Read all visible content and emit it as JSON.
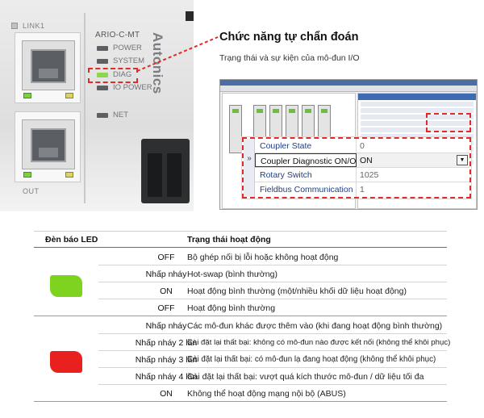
{
  "device": {
    "port_label": "LINK1",
    "port2_label": "OUT",
    "model": "ARIO-C-MT",
    "brand": "Autonics",
    "leds": [
      {
        "label": "POWER",
        "color": "#5c6064"
      },
      {
        "label": "SYSTEM",
        "color": "#5c6064"
      },
      {
        "label": "DIAG",
        "color": "#8ed64a"
      },
      {
        "label": "IO POWER",
        "color": "#5c6064"
      },
      {
        "label": "NET",
        "color": "#5c6064"
      }
    ]
  },
  "feature": {
    "title": "Chức năng tự chẩn đoán",
    "subtitle": "Trạng thái và sự kiện của mô-đun I/O"
  },
  "properties": [
    {
      "key": "Coupler State",
      "value": "0"
    },
    {
      "key": "Coupler Diagnostic ON/OFF",
      "value": "ON"
    },
    {
      "key": "Rotary Switch",
      "value": "1025"
    },
    {
      "key": "Fieldbus Communication Sta",
      "value": "1"
    }
  ],
  "led_table": {
    "header_led": "Đèn báo LED",
    "header_state": "Trạng thái hoạt động",
    "green_color": "#7ed321",
    "red_color": "#e8201e",
    "green_rows": [
      {
        "mode": "OFF",
        "desc": "Bộ ghép nối bị lỗi hoặc không hoạt động"
      },
      {
        "mode": "Nhấp nháy",
        "desc": "Hot-swap (bình thường)"
      },
      {
        "mode": "ON",
        "desc": "Hoạt động bình thường (một/nhiều khối dữ liệu hoạt động)"
      },
      {
        "mode": "OFF",
        "desc": "Hoạt động bình thường"
      }
    ],
    "red_rows": [
      {
        "mode": "Nhấp nháy",
        "desc": "Các mô-đun khác được thêm vào (khi đang hoạt động bình thường)"
      },
      {
        "mode": "Nhấp nháy 2 lần",
        "desc": "Cài đặt lại thất bại: không có mô-đun nào được kết nối (không thể khôi phục)"
      },
      {
        "mode": "Nhấp nháy 3 lần",
        "desc": "Cài đặt lại thất bại: có mô-đun lạ đang hoạt động (không thể khôi phục)"
      },
      {
        "mode": "Nhấp nháy 4 lần",
        "desc": "Cài đặt lại thất bại: vượt quá kích thước mô-đun / dữ liệu tối đa"
      },
      {
        "mode": "ON",
        "desc": "Không thể hoạt động mạng nội bộ (ABUS)"
      }
    ]
  }
}
